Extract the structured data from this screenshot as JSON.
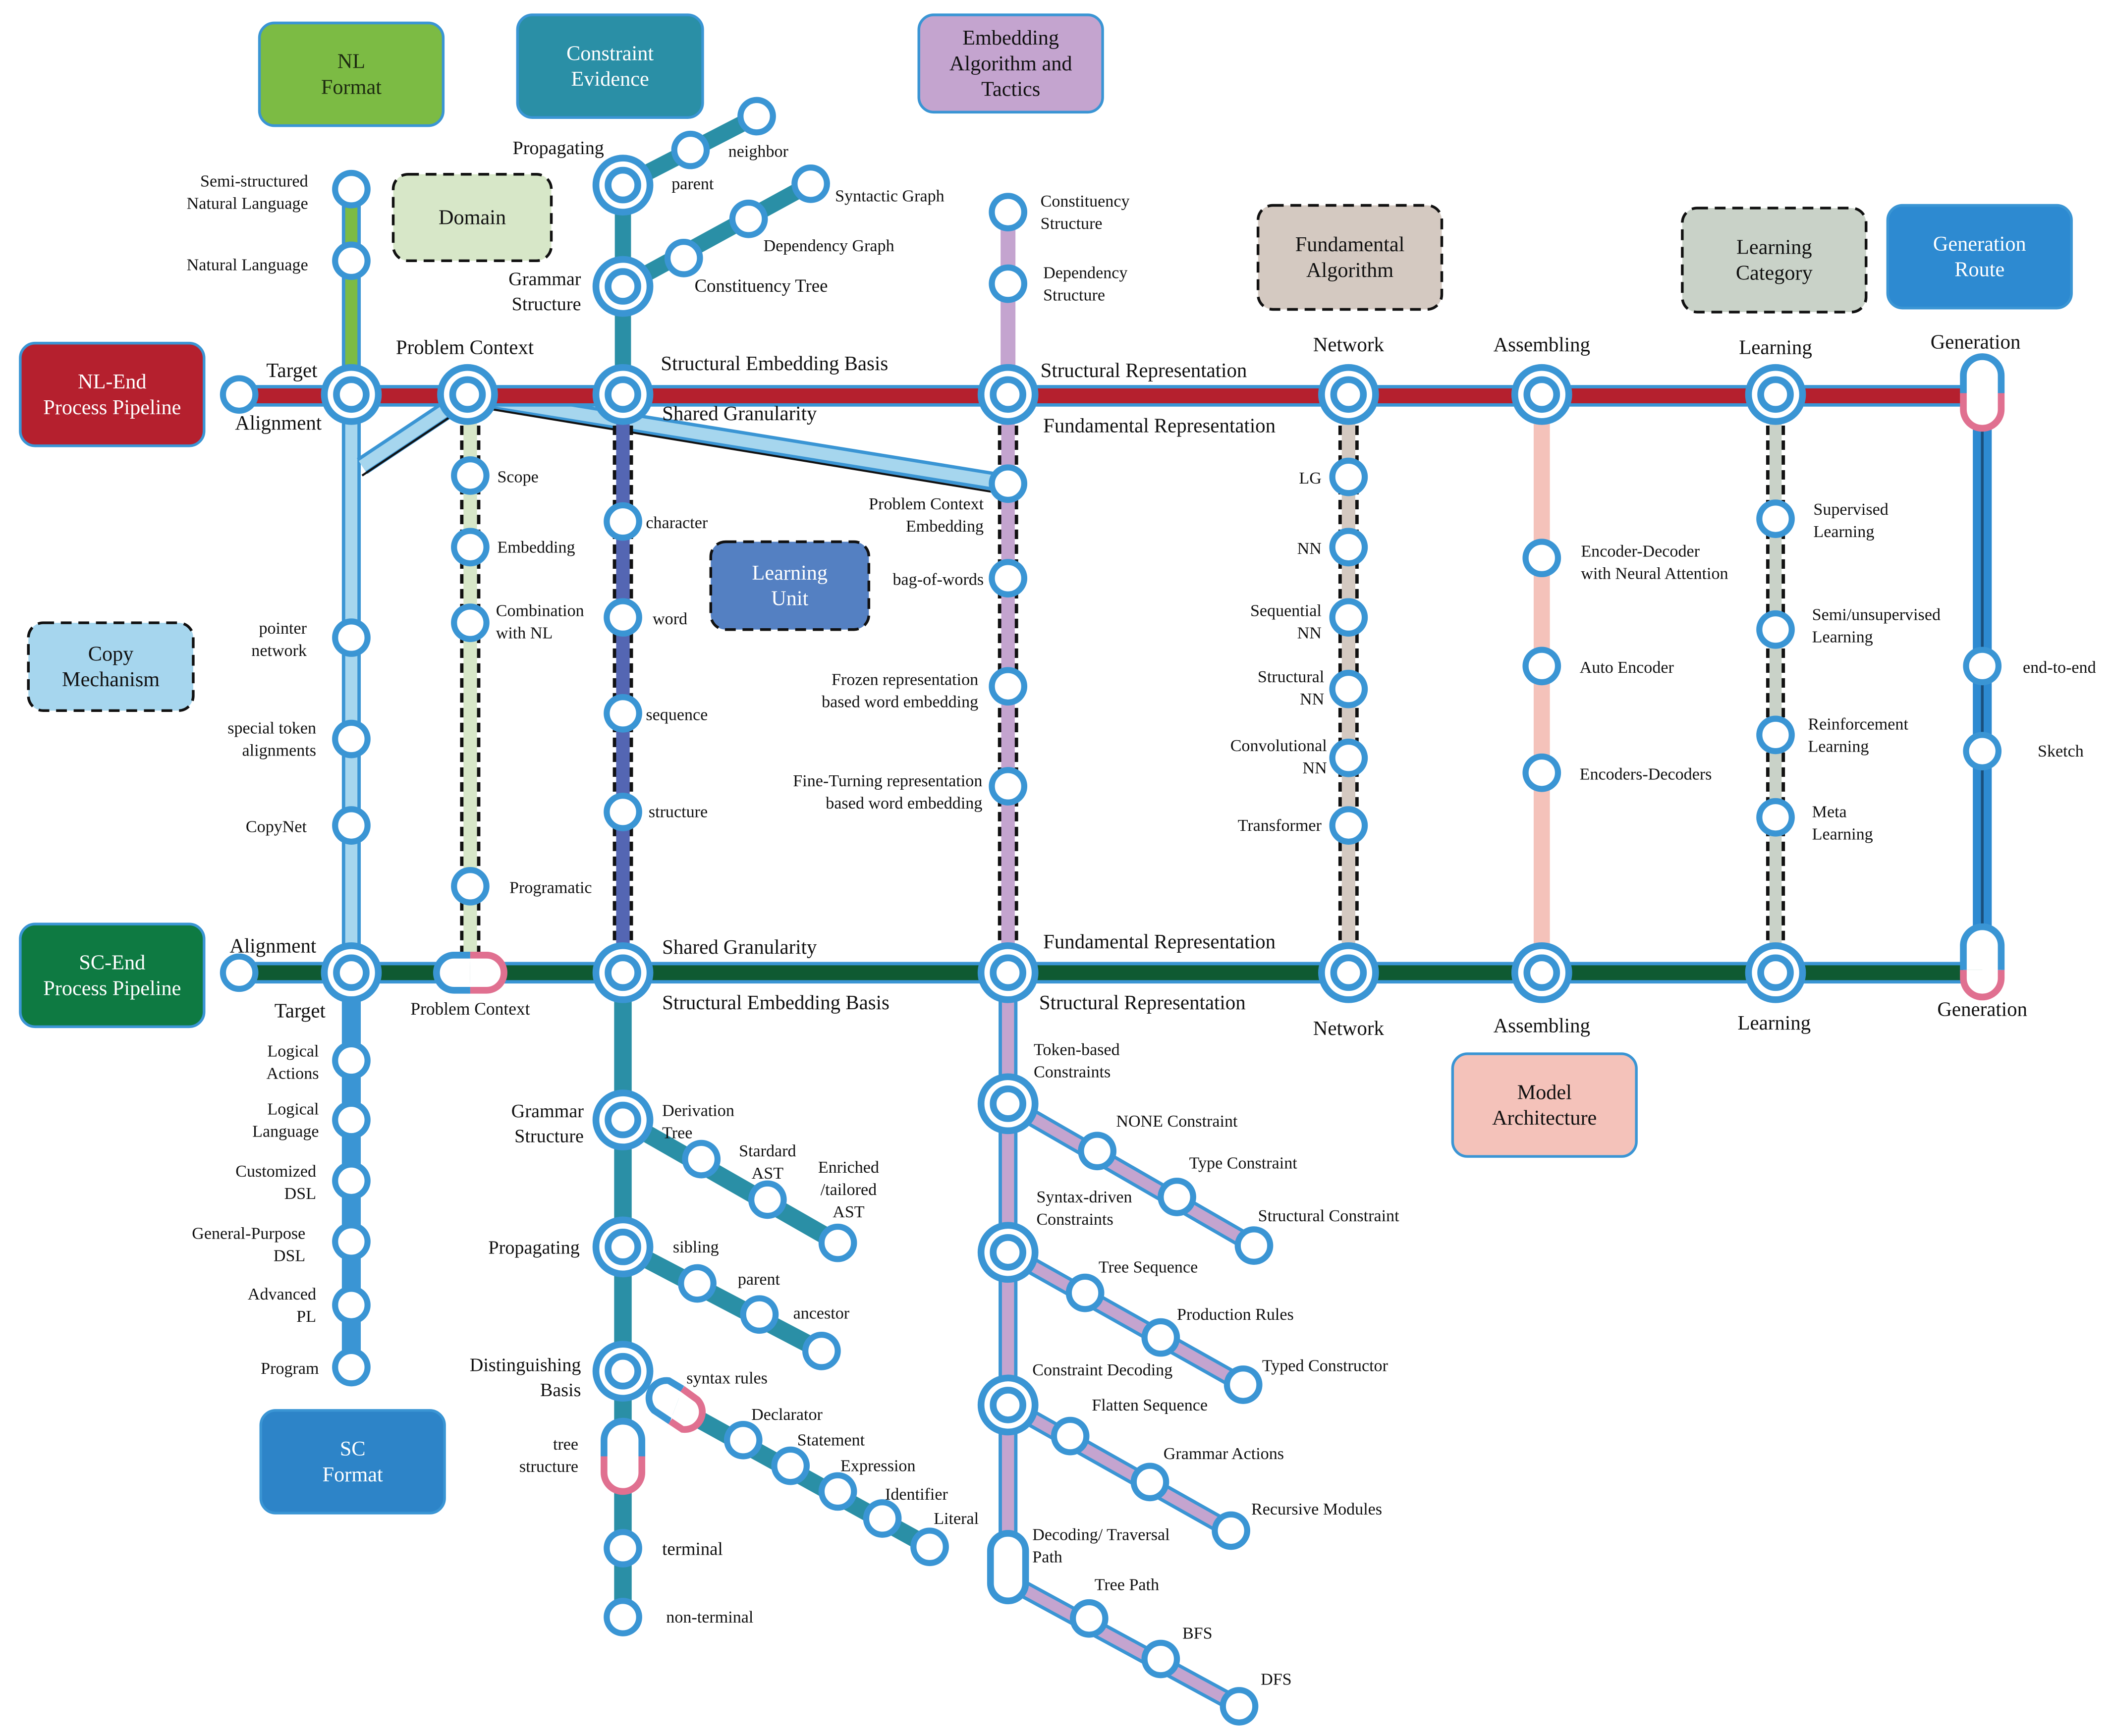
{
  "legend": {
    "nl_format": "NL\nFormat",
    "constraint_evidence": "Constraint\nEvidence",
    "embedding_algorithm": "Embedding\nAlgorithm and\nTactics",
    "domain": "Domain",
    "fundamental_algorithm": "Fundamental\nAlgorithm",
    "learning_category": "Learning\nCategory",
    "generation_route": "Generation\nRoute",
    "copy_mechanism": "Copy\nMechanism",
    "learning_unit": "Learning\nUnit",
    "model_architecture": "Model\nArchitecture",
    "sc_format": "SC\nFormat",
    "nl_end_pipeline": "NL-End\nProcess Pipeline",
    "sc_end_pipeline": "SC-End\nProcess Pipeline"
  },
  "colors": {
    "nl_line": "#b5202e",
    "sc_line": "#0f5a32",
    "station_ring": "#3a95d4",
    "constraint_line": "#2a8fa6",
    "embedding_line": "#c4a4cf",
    "nl_format_line": "#7cbb44",
    "copy_line": "#a6d6ee",
    "learning_unit_line": "#5466b3",
    "domain_line": "#d7e7c8",
    "algorithm_line": "#d4c9c1",
    "architecture_line": "#f4c2ba",
    "learning_line": "#c9d2c8",
    "generation_line": "#2d8ad1",
    "transfer_pink": "#e07090"
  },
  "nl_line": {
    "target": "Target",
    "alignment": "Alignment",
    "problem_context": "Problem Context",
    "structural_embedding_basis": "Structural Embedding Basis",
    "shared_granularity": "Shared Granularity",
    "structural_representation": "Structural Representation",
    "fundamental_representation": "Fundamental Representation",
    "network": "Network",
    "assembling": "Assembling",
    "learning": "Learning",
    "generation": "Generation"
  },
  "sc_line": {
    "alignment": "Alignment",
    "target": "Target",
    "problem_context": "Problem Context",
    "shared_granularity": "Shared Granularity",
    "structural_embedding_basis": "Structural Embedding Basis",
    "fundamental_representation": "Fundamental Representation",
    "structural_representation": "Structural Representation",
    "network": "Network",
    "assembling": "Assembling",
    "learning": "Learning",
    "generation": "Generation"
  },
  "nl_format": {
    "semi_structured": "Semi-structured\nNatural Language",
    "natural_language": "Natural Language"
  },
  "constraint_top": {
    "propagating": "Propagating",
    "parent": "parent",
    "neighbor": "neighbor",
    "grammar_structure": "Grammar\nStructure",
    "constituency_tree": "Constituency Tree",
    "dependency_graph": "Dependency Graph",
    "syntactic_graph": "Syntactic Graph"
  },
  "embedding_top": {
    "constituency_structure": "Constituency\nStructure",
    "dependency_structure": "Dependency\nStructure"
  },
  "copy_branch": {
    "pointer_network": "pointer\nnetwork",
    "special_token": "special token\nalignments",
    "copynet": "CopyNet"
  },
  "domain_branch": {
    "scope": "Scope",
    "embedding": "Embedding",
    "combination": "Combination\nwith NL",
    "programatic": "Programatic"
  },
  "learning_unit_branch": {
    "character": "character",
    "word": "word",
    "sequence": "sequence",
    "structure": "structure"
  },
  "embedding_mid": {
    "problem_context_embedding": "Problem Context\nEmbedding",
    "bag_of_words": "bag-of-words",
    "frozen": "Frozen representation\nbased word embedding",
    "fine_turning": "Fine-Turning representation\nbased word embedding"
  },
  "algorithm_branch": {
    "lg": "LG",
    "nn": "NN",
    "sequential_nn": "Sequential\nNN",
    "structural_nn": "Structural\nNN",
    "convolutional_nn": "Convolutional\nNN",
    "transformer": "Transformer"
  },
  "architecture_branch": {
    "encoder_decoder": "Encoder-Decoder\nwith Neural Attention",
    "auto_encoder": "Auto Encoder",
    "encoders_decoders": "Encoders-Decoders"
  },
  "learning_branch": {
    "supervised": "Supervised\nLearning",
    "semi_unsupervised": "Semi/unsupervised\nLearning",
    "reinforcement": "Reinforcement\nLearning",
    "meta": "Meta\nLearning"
  },
  "generation_branch": {
    "end_to_end": "end-to-end",
    "sketch": "Sketch"
  },
  "sc_format": {
    "logical_actions": "Logical\nActions",
    "logical_language": "Logical\nLanguage",
    "customized_dsl": "Customized\nDSL",
    "general_purpose_dsl": "General-Purpose\nDSL",
    "advanced_pl": "Advanced\nPL",
    "program": "Program"
  },
  "constraint_bottom": {
    "grammar_structure": "Grammar\nStructure",
    "derivation_tree": "Derivation\nTree",
    "stardard_ast": "Stardard\nAST",
    "enriched_ast": "Enriched\n/tailored\nAST",
    "propagating": "Propagating",
    "sibling": "sibling",
    "parent": "parent",
    "ancestor": "ancestor",
    "distinguishing_basis": "Distinguishing\nBasis",
    "syntax_rules": "syntax rules",
    "declarator": "Declarator",
    "statement": "Statement",
    "expression": "Expression",
    "identifier": "Identifier",
    "literal": "Literal",
    "tree_structure": "tree\nstructure",
    "terminal": "terminal",
    "non_terminal": "non-terminal"
  },
  "embedding_bottom": {
    "token_based": "Token-based\nConstraints",
    "none_constraint": "NONE Constraint",
    "type_constraint": "Type Constraint",
    "structural_constraint": "Structural Constraint",
    "syntax_driven": "Syntax-driven\nConstraints",
    "tree_sequence": "Tree Sequence",
    "production_rules": "Production Rules",
    "typed_constructor": "Typed Constructor",
    "constraint_decoding": "Constraint Decoding",
    "flatten_sequence": "Flatten Sequence",
    "grammar_actions": "Grammar Actions",
    "recursive_modules": "Recursive Modules",
    "decoding_traversal": "Decoding/ Traversal\nPath",
    "tree_path": "Tree Path",
    "bfs": "BFS",
    "dfs": "DFS"
  }
}
